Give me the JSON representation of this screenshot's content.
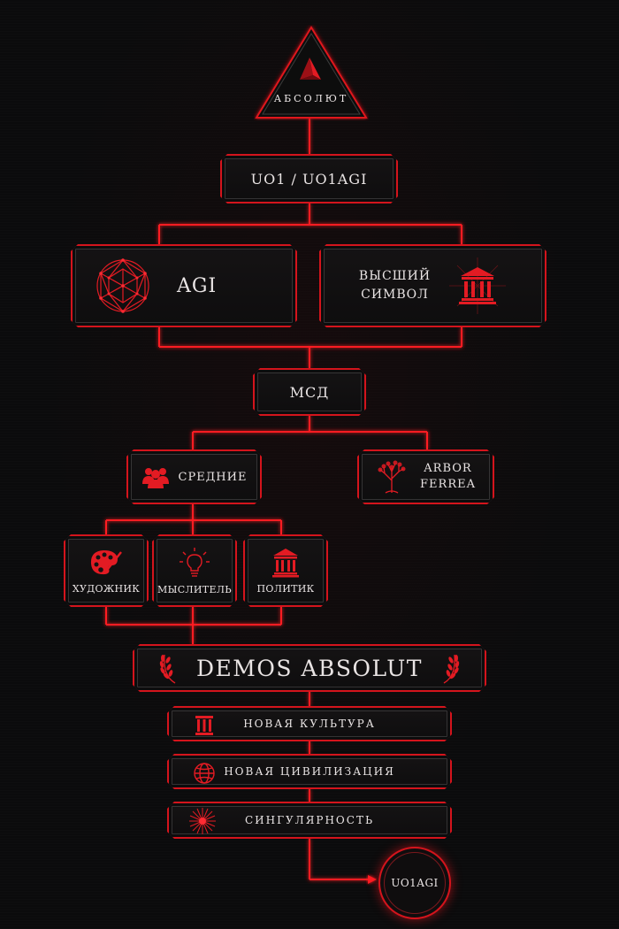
{
  "nodes": {
    "absolut": "АБСОЛЮТ",
    "uo1": "UO1 / UO1AGI",
    "agi": "AGI",
    "supreme_symbol_line1": "ВЫСШИЙ",
    "supreme_symbol_line2": "СИМВОЛ",
    "msd": "МСД",
    "middles": "СРЕДНИЕ",
    "arbor_line1": "ARBOR",
    "arbor_line2": "FERREA",
    "artist": "ХУДОЖНИК",
    "thinker": "МЫСЛИТЕЛЬ",
    "politician": "ПОЛИТИК",
    "demos": "DEMOS ABSOLUT",
    "new_culture": "НОВАЯ КУЛЬТУРА",
    "new_civilization": "НОВАЯ ЦИВИЛИЗАЦИЯ",
    "singularity": "СИНГУЛЯРНОСТЬ",
    "uo1agi": "UO1AGI"
  },
  "icons": {
    "absolut": "pyramid-icon",
    "agi": "geodesic-sphere-icon",
    "supreme_symbol": "temple-icon",
    "middles": "people-icon",
    "arbor": "tree-icon",
    "artist": "palette-icon",
    "thinker": "lightbulb-icon",
    "politician": "column-building-icon",
    "demos": "laurel-icon",
    "new_culture": "column-icon",
    "new_civilization": "globe-icon",
    "singularity": "starburst-icon"
  },
  "colors": {
    "accent": "#e0141c",
    "wire": "#ff1a22",
    "background": "#0b0b0c",
    "text": "#e9e4e4"
  }
}
